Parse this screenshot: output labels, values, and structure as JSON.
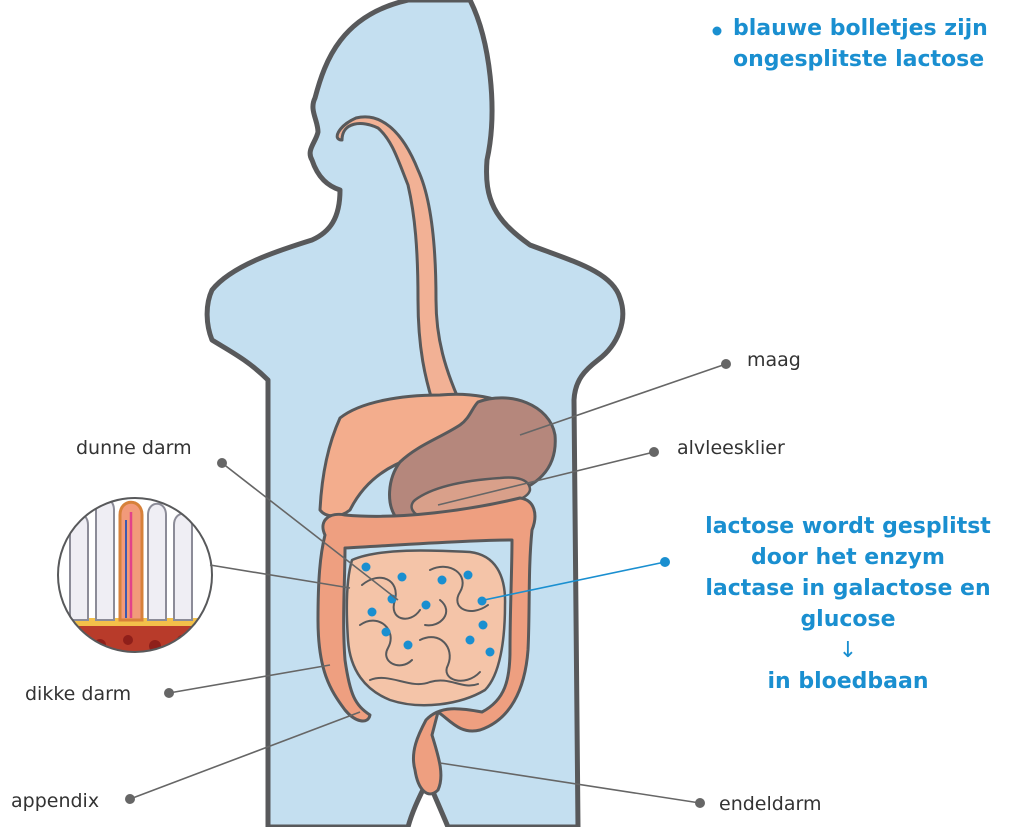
{
  "legend": {
    "line1": "blauwe bolletjes zijn",
    "line2": "ongesplitste lactose"
  },
  "labels": {
    "maag": "maag",
    "alvleesklier": "alvleesklier",
    "dunne_darm": "dunne darm",
    "dikke_darm": "dikke darm",
    "appendix": "appendix",
    "endeldarm": "endeldarm"
  },
  "note": {
    "line1": "lactose wordt gesplitst",
    "line2": "door het enzym",
    "line3": "lactase in galactose en",
    "line4": "glucose",
    "arrow": "↓",
    "line5": "in bloedbaan"
  },
  "colors": {
    "body": "#c4dff0",
    "outline": "#58595b",
    "esophagus": "#f2b195",
    "liver": "#f3ad8d",
    "stomach": "#b5877c",
    "intestine": "#f4c4a8",
    "colon": "#ee9f80",
    "accent": "#1a8fd0",
    "leader": "#666666"
  }
}
